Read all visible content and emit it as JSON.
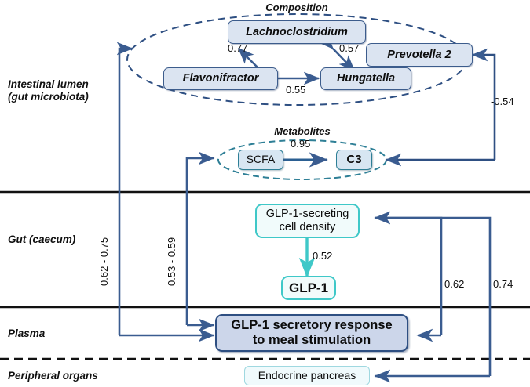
{
  "compartments": [
    {
      "id": "intestinal-lumen",
      "label": "Intestinal lumen\n(gut microbiota)"
    },
    {
      "id": "gut-caecum",
      "label": "Gut (caecum)"
    },
    {
      "id": "plasma",
      "label": "Plasma"
    },
    {
      "id": "peripheral-organs",
      "label": "Peripheral organs"
    }
  ],
  "groups": {
    "composition_title": "Composition",
    "metabolites_title": "Metabolites"
  },
  "nodes": {
    "lachnoclostridium": "Lachnoclostridium",
    "prevotella2": "Prevotella 2",
    "flavonifractor": "Flavonifractor",
    "hungatella": "Hungatella",
    "scfa": "SCFA",
    "c3": "C3",
    "glp1_cell_density": "GLP-1-secreting\ncell density",
    "glp1": "GLP-1",
    "glp1_secretory_response": "GLP-1 secretory response\nto meal stimulation",
    "endocrine_pancreas": "Endocrine pancreas"
  },
  "edge_labels": {
    "lachno_flavo": "0.77",
    "lachno_hunga": "0.57",
    "flavo_hunga": "0.55",
    "scfa_c3": "0.95",
    "celldensity_glp1": "0.52",
    "prevotella_c3_plasma": "-0.54",
    "lumen_to_plasma_left": "0.62 - 0.75",
    "metabolites_to_plasma": "0.53 - 0.59",
    "plasma_to_celldensity": "0.62",
    "pancreas_to_celldensity": "0.74"
  },
  "colors": {
    "navy": "#2e4f82",
    "navy_line": "#3a5c90",
    "teal": "#3fc8c8",
    "metab_border": "#2e7f96",
    "taxon_fill": "#dbe4f1",
    "plasma_fill": "#ccd6ea",
    "divider": "#111111"
  }
}
